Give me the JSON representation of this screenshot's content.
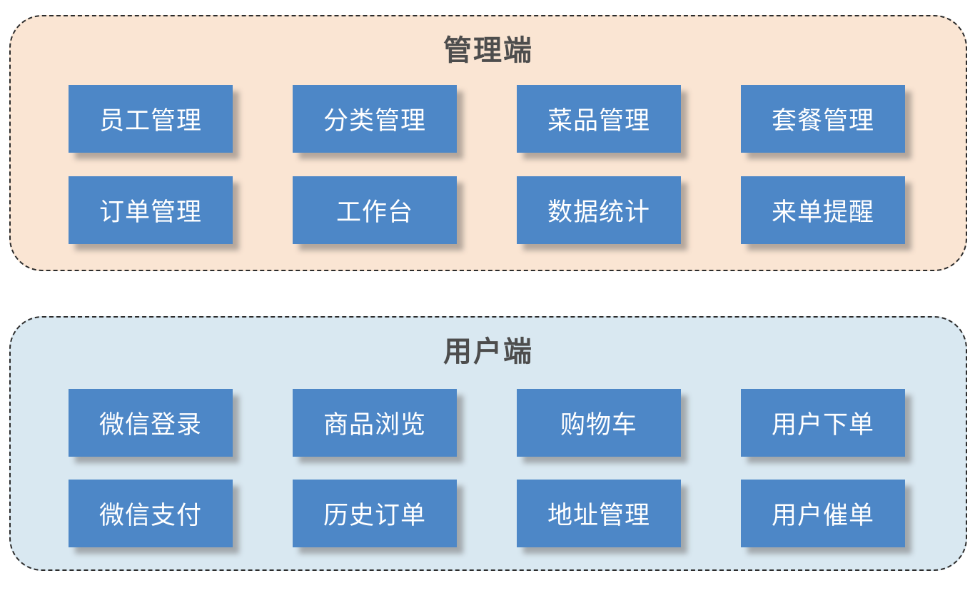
{
  "diagram": {
    "type": "feature-overview",
    "colors": {
      "admin_section_bg": "#FAE5D3",
      "user_section_bg": "#D9E8F1",
      "feature_box_bg": "#4D87C7",
      "feature_box_text": "#FFFFFF",
      "section_title_text": "#4D4D4D",
      "dashed_border": "#2B2B2B",
      "page_bg": "#FFFFFF"
    },
    "sections": [
      {
        "title": "管理端",
        "buttons": [
          "员工管理",
          "分类管理",
          "菜品管理",
          "套餐管理",
          "订单管理",
          "工作台",
          "数据统计",
          "来单提醒"
        ]
      },
      {
        "title": "用户端",
        "buttons": [
          "微信登录",
          "商品浏览",
          "购物车",
          "用户下单",
          "微信支付",
          "历史订单",
          "地址管理",
          "用户催单"
        ]
      }
    ]
  }
}
